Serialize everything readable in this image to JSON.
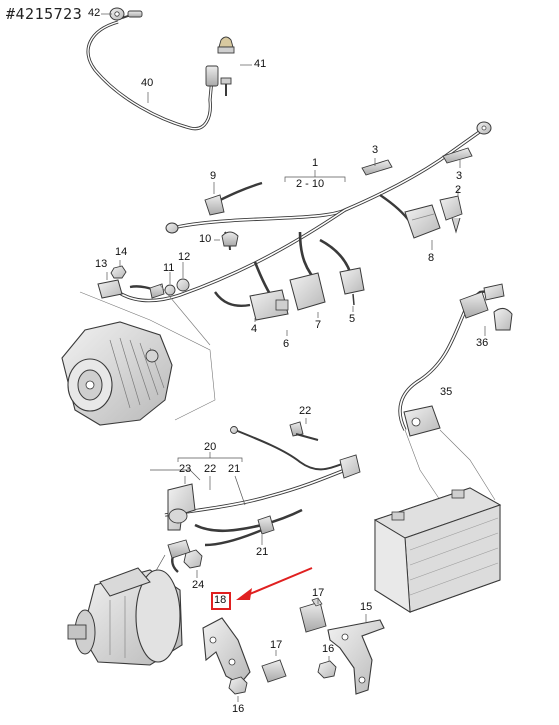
{
  "reference_id": "#4215723",
  "part_labels": [
    {
      "key": "p42",
      "text": "42"
    },
    {
      "key": "p40",
      "text": "40"
    },
    {
      "key": "p41",
      "text": "41"
    },
    {
      "key": "p1",
      "text": "1"
    },
    {
      "key": "p2_10",
      "text": "2 - 10"
    },
    {
      "key": "p3a",
      "text": "3"
    },
    {
      "key": "p3b",
      "text": "3"
    },
    {
      "key": "p2",
      "text": "2"
    },
    {
      "key": "p9",
      "text": "9"
    },
    {
      "key": "p10",
      "text": "10"
    },
    {
      "key": "p8",
      "text": "8"
    },
    {
      "key": "p14",
      "text": "14"
    },
    {
      "key": "p13",
      "text": "13"
    },
    {
      "key": "p11",
      "text": "11"
    },
    {
      "key": "p12",
      "text": "12"
    },
    {
      "key": "p4",
      "text": "4"
    },
    {
      "key": "p6",
      "text": "6"
    },
    {
      "key": "p7",
      "text": "7"
    },
    {
      "key": "p5",
      "text": "5"
    },
    {
      "key": "p36",
      "text": "36"
    },
    {
      "key": "p35",
      "text": "35"
    },
    {
      "key": "p22a",
      "text": "22"
    },
    {
      "key": "p20",
      "text": "20"
    },
    {
      "key": "p23",
      "text": "23"
    },
    {
      "key": "p22b",
      "text": "22"
    },
    {
      "key": "p21a",
      "text": "21"
    },
    {
      "key": "p21b",
      "text": "21"
    },
    {
      "key": "p24",
      "text": "24"
    },
    {
      "key": "p18",
      "text": "18"
    },
    {
      "key": "p17a",
      "text": "17"
    },
    {
      "key": "p15",
      "text": "15"
    },
    {
      "key": "p17b",
      "text": "17"
    },
    {
      "key": "p16a",
      "text": "16"
    },
    {
      "key": "p16b",
      "text": "16"
    }
  ],
  "colors": {
    "line": "#3a3a3a",
    "part_fill": "#e4e4e4",
    "part_shade": "#bdbdbd",
    "highlight": "#e02020"
  }
}
